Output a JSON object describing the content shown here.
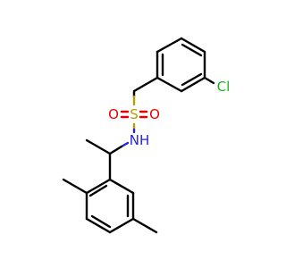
{
  "molecule": {
    "atoms": {
      "chlorine": {
        "label": "Cl",
        "color": "#1fb01f"
      },
      "sulfur": {
        "label": "S",
        "color": "#b3a000"
      },
      "oxygen_left": {
        "label": "O",
        "color": "#e60000"
      },
      "oxygen_right": {
        "label": "O",
        "color": "#e60000"
      },
      "nitrogen_h": {
        "label": "NH",
        "color": "#2222ee"
      }
    },
    "bond_color": "#000000"
  }
}
